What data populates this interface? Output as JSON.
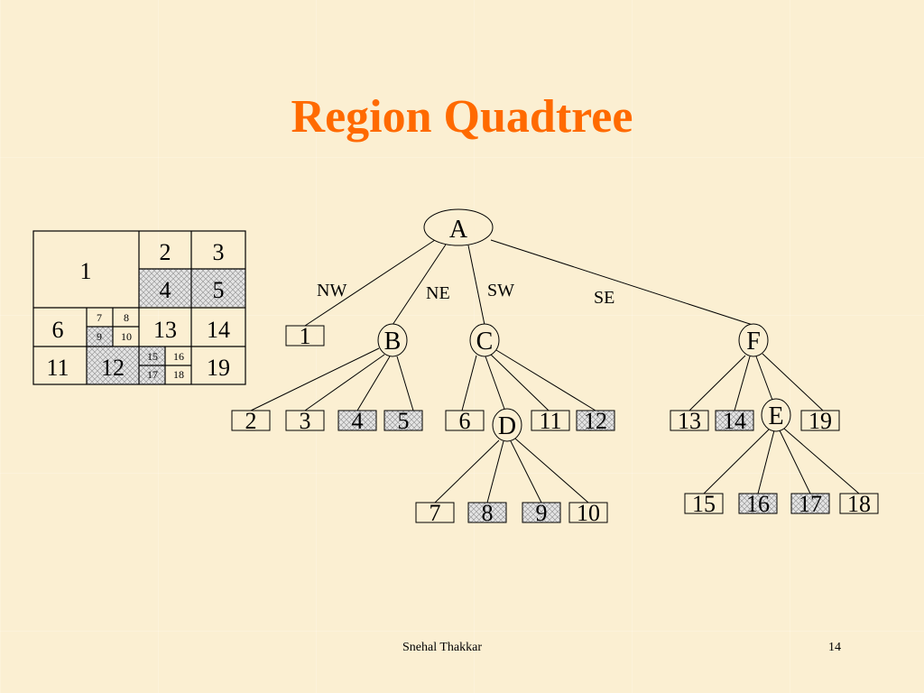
{
  "slide": {
    "title": "Region Quadtree",
    "author": "Snehal Thakkar",
    "page_number": "14"
  },
  "grid": {
    "cells": [
      "1",
      "2",
      "3",
      "4",
      "5",
      "6",
      "7",
      "8",
      "9",
      "10",
      "11",
      "12",
      "13",
      "14",
      "15",
      "16",
      "17",
      "18",
      "19"
    ],
    "shaded": [
      "4",
      "5",
      "9",
      "12",
      "15",
      "17"
    ]
  },
  "tree": {
    "edge_labels": [
      "NW",
      "NE",
      "SW",
      "SE"
    ],
    "internal_nodes": [
      "A",
      "B",
      "C",
      "D",
      "E",
      "F"
    ],
    "leaves": [
      "1",
      "2",
      "3",
      "4",
      "5",
      "6",
      "7",
      "8",
      "9",
      "10",
      "11",
      "12",
      "13",
      "14",
      "15",
      "16",
      "17",
      "18",
      "19"
    ],
    "shaded_leaves": [
      "4",
      "5",
      "8",
      "9",
      "12",
      "14",
      "16",
      "17"
    ]
  }
}
